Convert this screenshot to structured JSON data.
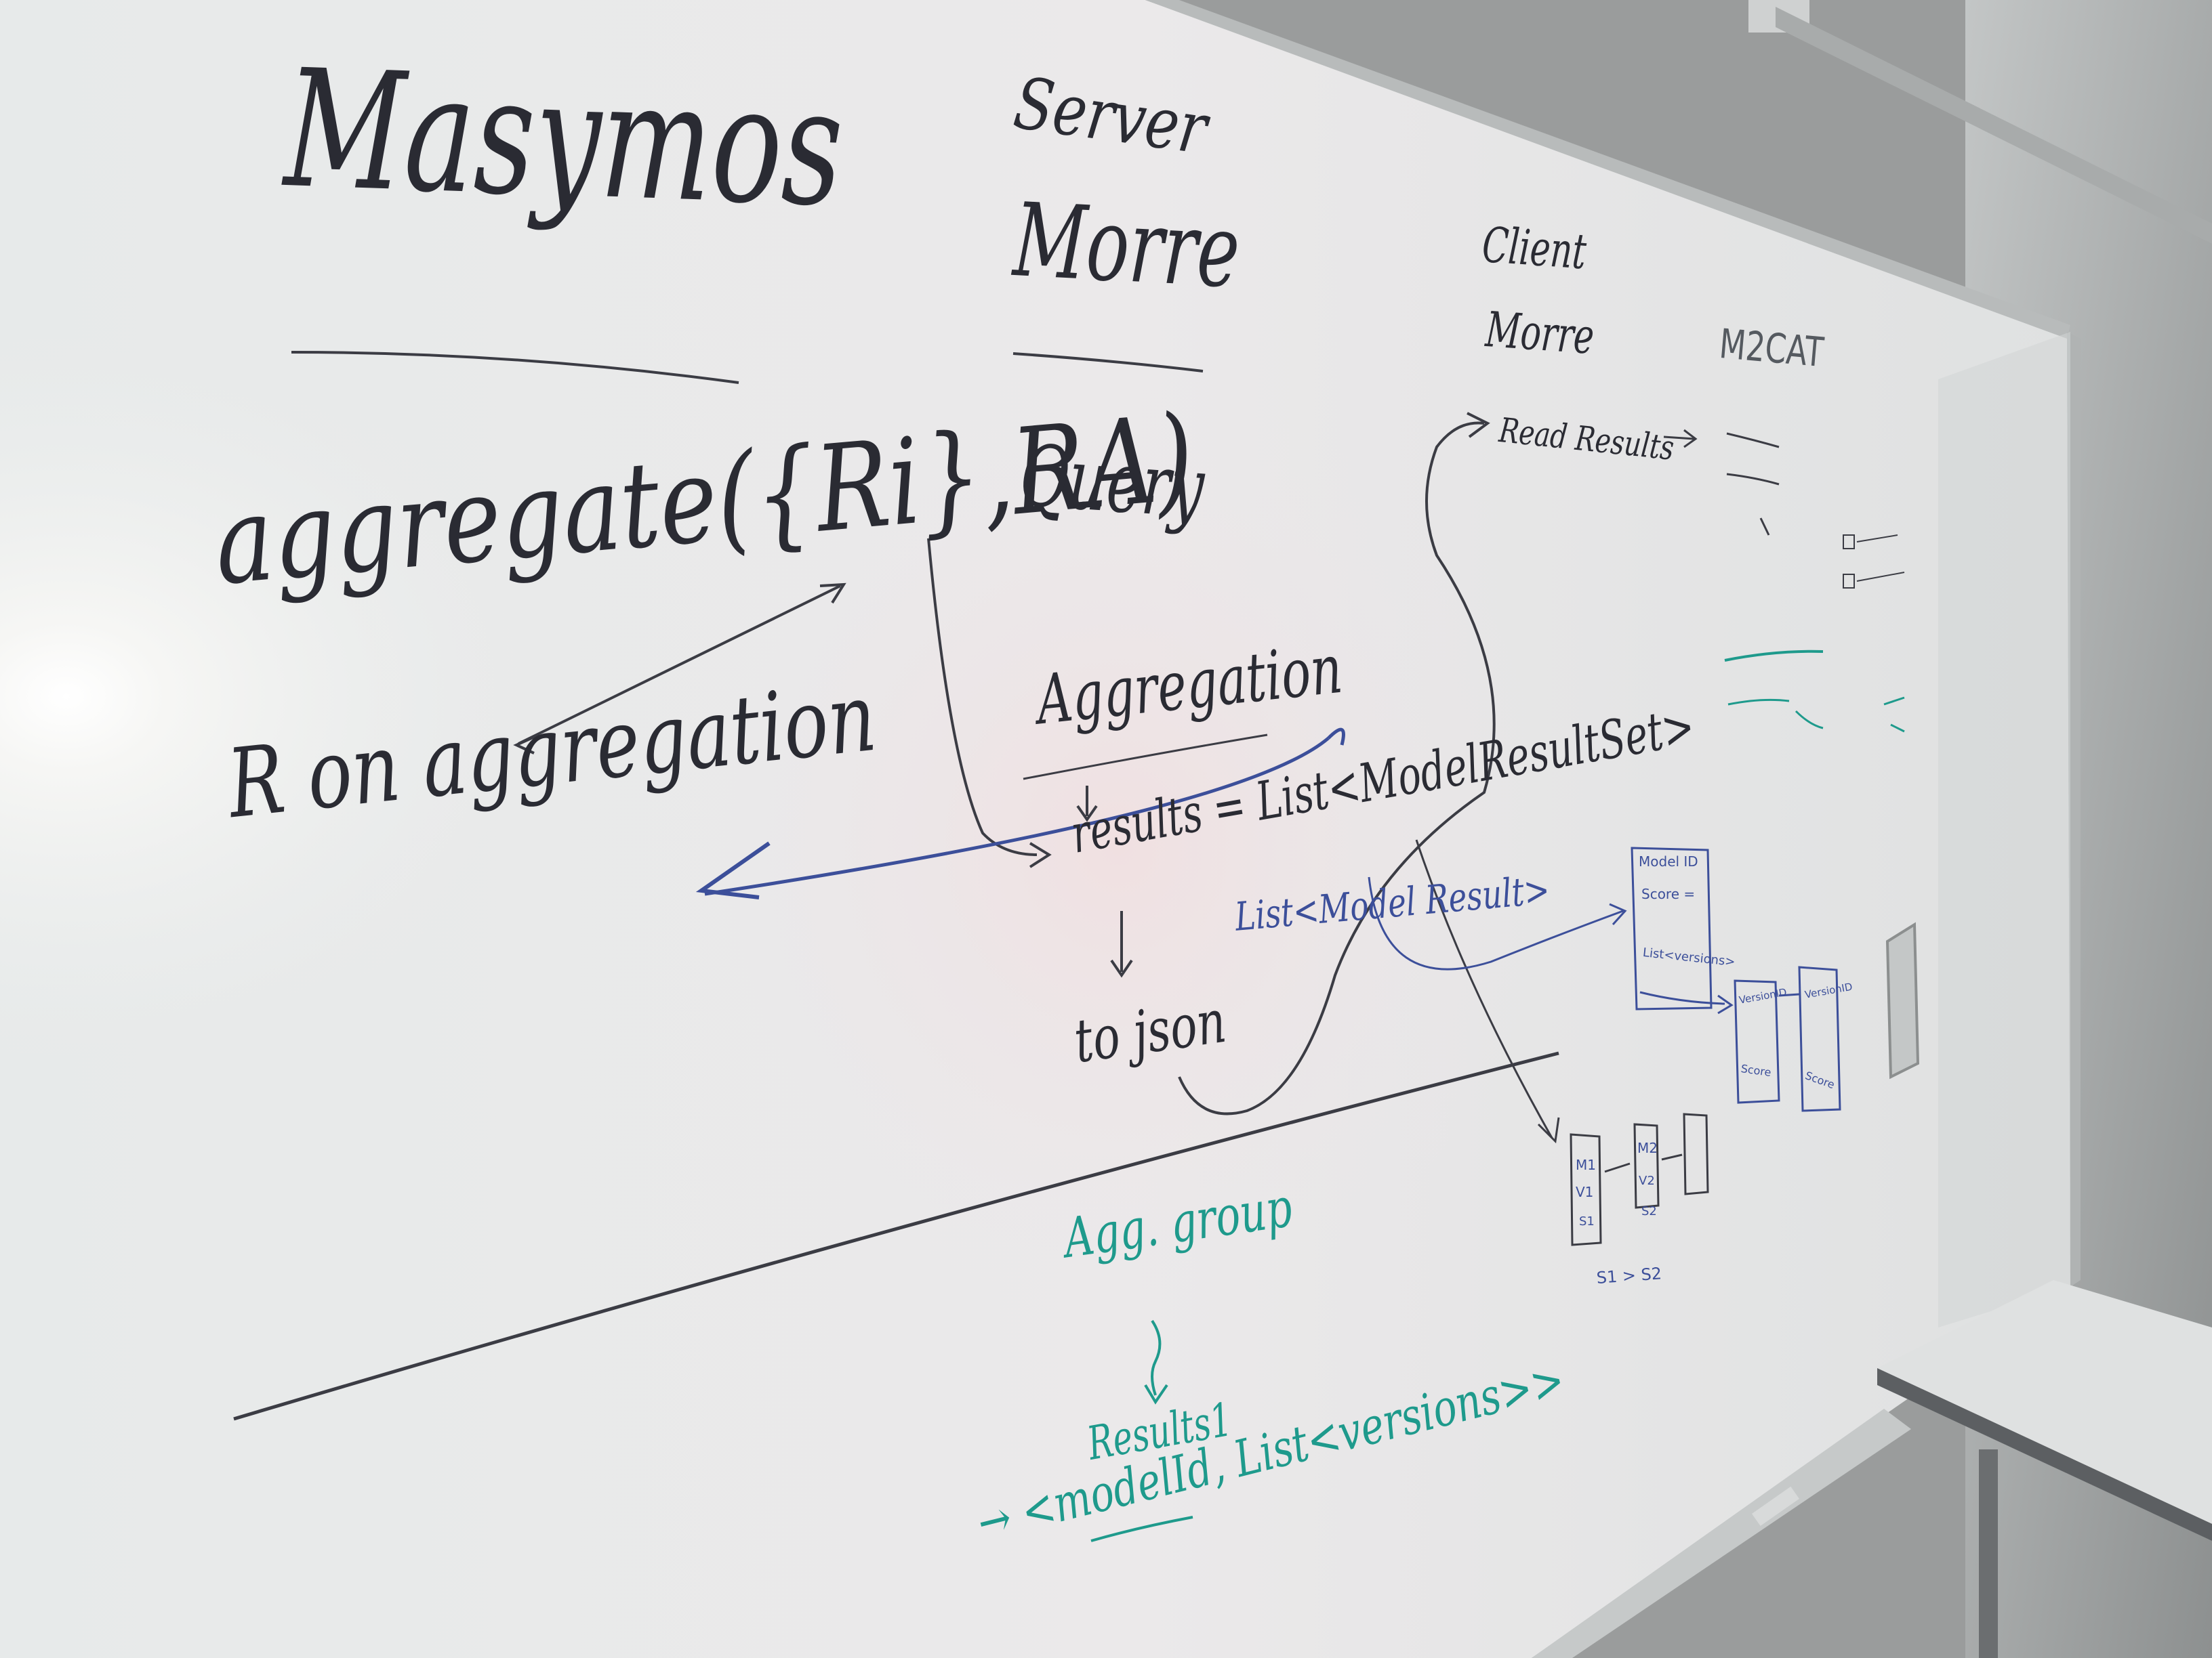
{
  "board": {
    "title_left": "Masymos",
    "title_server_line1": "Server",
    "title_server_line2": "Morre",
    "title_client_line1": "Client",
    "title_client_line2": "Morre",
    "title_m2cat": "M2CAT",
    "aggregate_expr": "aggregate({Ri},RA)",
    "r_on_aggregation": "R on aggregation",
    "query": "Query",
    "aggregation": "Aggregation",
    "results_eq": "results = List<ModelResultSet>",
    "list_model_result": "List<Model Result>",
    "to_json": "to json",
    "read_results": "Read Results",
    "box_model_id": "Model ID",
    "box_score": "Score =",
    "box_list_versions": "List<versions>",
    "box_version_id_a": "VersionID",
    "box_version_id_b": "VersionID",
    "box_score_a": "Score",
    "box_score_b": "Score",
    "small_m1": "M1",
    "small_v1": "V1",
    "small_s1": "S1",
    "small_m2": "M2",
    "small_v2": "V2",
    "small_s2": "S2",
    "s1_gt_s2": "S1 > S2",
    "agg_group": "Agg. group",
    "results1": "Results1",
    "model_id_tuple": "→ <modelId, List<versions>>"
  },
  "colors": {
    "board": "#e9ebea",
    "ink_black": "#2a2b33",
    "ink_blue": "#3c4f9a",
    "ink_teal": "#1e9a8c",
    "frame": "#b9bcbc"
  },
  "icons": {
    "arrow": "arrow-icon"
  }
}
